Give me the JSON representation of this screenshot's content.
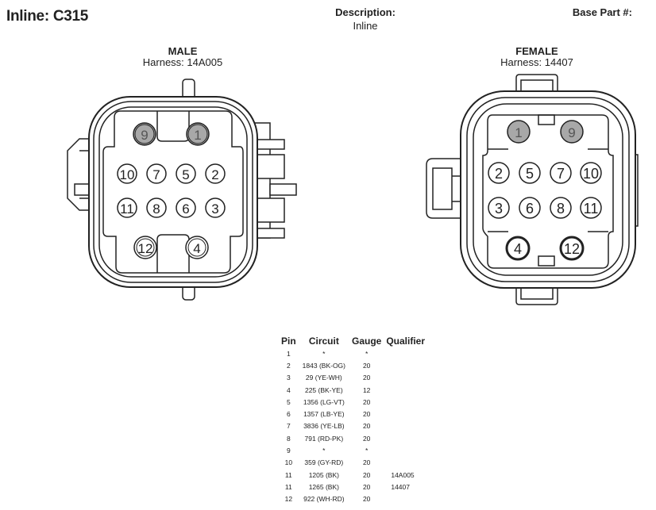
{
  "header": {
    "title": "Inline: C315",
    "description_label": "Description:",
    "description_value": "Inline",
    "base_part_label": "Base Part #:"
  },
  "male": {
    "title": "MALE",
    "harness": "Harness: 14A005",
    "pins": {
      "p9": "9",
      "p1": "1",
      "p10": "10",
      "p7": "7",
      "p5": "5",
      "p2": "2",
      "p11": "11",
      "p8": "8",
      "p6": "6",
      "p3": "3",
      "p12": "12",
      "p4": "4"
    }
  },
  "female": {
    "title": "FEMALE",
    "harness": "Harness: 14407",
    "pins": {
      "p1": "1",
      "p9": "9",
      "p2": "2",
      "p5": "5",
      "p7": "7",
      "p10": "10",
      "p3": "3",
      "p6": "6",
      "p8": "8",
      "p11": "11",
      "p4": "4",
      "p12": "12"
    }
  },
  "colors": {
    "line": "#222222",
    "unused_pin_fill": "#a8a8a8"
  },
  "table": {
    "headers": [
      "Pin",
      "Circuit",
      "Gauge",
      "Qualifier"
    ],
    "rows": [
      {
        "pin": "1",
        "circuit": "*",
        "gauge": "*",
        "qualifier": ""
      },
      {
        "pin": "2",
        "circuit": "1843 (BK-OG)",
        "gauge": "20",
        "qualifier": ""
      },
      {
        "pin": "3",
        "circuit": "29 (YE-WH)",
        "gauge": "20",
        "qualifier": ""
      },
      {
        "pin": "4",
        "circuit": "225 (BK-YE)",
        "gauge": "12",
        "qualifier": ""
      },
      {
        "pin": "5",
        "circuit": "1356 (LG-VT)",
        "gauge": "20",
        "qualifier": ""
      },
      {
        "pin": "6",
        "circuit": "1357 (LB-YE)",
        "gauge": "20",
        "qualifier": ""
      },
      {
        "pin": "7",
        "circuit": "3836 (YE-LB)",
        "gauge": "20",
        "qualifier": ""
      },
      {
        "pin": "8",
        "circuit": "791 (RD-PK)",
        "gauge": "20",
        "qualifier": ""
      },
      {
        "pin": "9",
        "circuit": "*",
        "gauge": "*",
        "qualifier": ""
      },
      {
        "pin": "10",
        "circuit": "359 (GY-RD)",
        "gauge": "20",
        "qualifier": ""
      },
      {
        "pin": "11",
        "circuit": "1205 (BK)",
        "gauge": "20",
        "qualifier": "14A005"
      },
      {
        "pin": "11",
        "circuit": "1265 (BK)",
        "gauge": "20",
        "qualifier": "14407"
      },
      {
        "pin": "12",
        "circuit": "922 (WH-RD)",
        "gauge": "20",
        "qualifier": ""
      }
    ]
  }
}
